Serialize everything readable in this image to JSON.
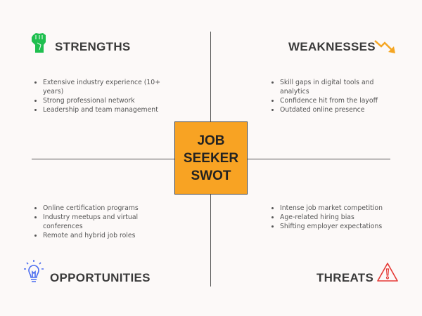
{
  "center": {
    "lines": [
      "JOB",
      "SEEKER",
      "SWOT"
    ],
    "color": "#f8a323"
  },
  "strengths": {
    "title": "STRENGTHS",
    "icon": "raised-fist-icon",
    "color": "#1fbf4f",
    "items": [
      "Extensive industry experience (10+ years)",
      "Strong professional network",
      "Leadership and team management"
    ]
  },
  "weaknesses": {
    "title": "WEAKNESSES",
    "icon": "trend-down-arrow-icon",
    "color": "#f5a623",
    "items": [
      "Skill gaps in digital tools and analytics",
      "Confidence hit from the layoff",
      "Outdated online presence"
    ]
  },
  "opportunities": {
    "title": "OPPORTUNITIES",
    "icon": "lightbulb-icon",
    "color": "#4a6cf0",
    "items": [
      "Online certification programs",
      "Industry meetups and virtual conferences",
      "Remote and hybrid job roles"
    ]
  },
  "threats": {
    "title": "THREATS",
    "icon": "warning-triangle-icon",
    "color": "#e53935",
    "items": [
      "Intense job market competition",
      "Age-related hiring bias",
      "Shifting employer expectations"
    ]
  }
}
